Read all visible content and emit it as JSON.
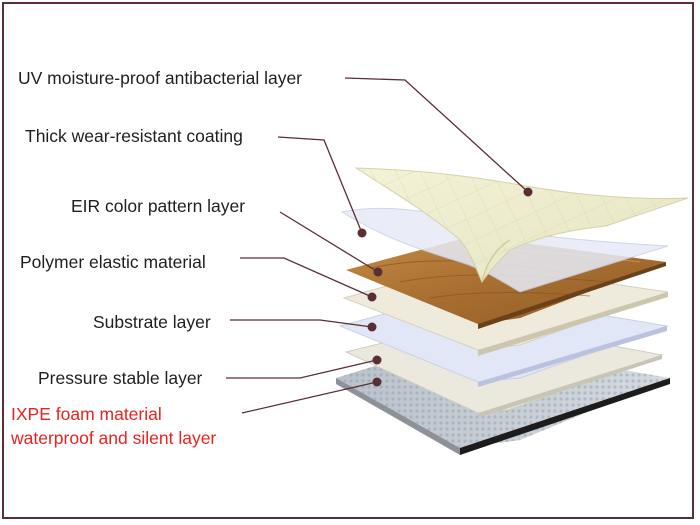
{
  "labels": {
    "uv": "UV moisture-proof antibacterial layer",
    "wear": "Thick wear-resistant coating",
    "eir": "EIR color pattern layer",
    "polymer": "Polymer elastic material",
    "substrate": "Substrate layer",
    "pressure": "Pressure stable layer",
    "ixpe_line1": "IXPE foam material",
    "ixpe_line2": "waterproof and silent layer"
  },
  "colors": {
    "leader": "#5a2e35",
    "frame": "#5a2e35",
    "highlight_text": "#e8231f",
    "uv_layer": "#eeedd0",
    "wear_layer": "#e3e7f4",
    "wood_layer": "#b07838",
    "polymer_layer": "#ece8da",
    "substrate_layer": "#dfe5f6",
    "pressure_layer": "#e9e6dc",
    "ixpe_layer": "#c4ccd4"
  }
}
